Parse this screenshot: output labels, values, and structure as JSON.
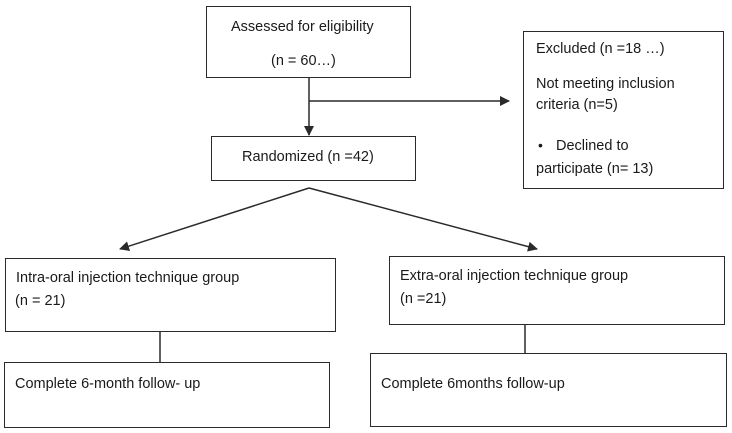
{
  "flowchart": {
    "assessed": {
      "line1": "Assessed for eligibility",
      "line2": "(n = 60…)"
    },
    "excluded": {
      "title": "Excluded (n =18 …)",
      "reason1_line1": "Not meeting inclusion",
      "reason1_line2": "criteria (n=5)",
      "bullet": "•",
      "reason2_line1": "Declined to",
      "reason2_line2": "participate (n= 13)"
    },
    "randomized": {
      "label": "Randomized (n =42)"
    },
    "intra_group": {
      "line1": "Intra-oral injection technique group",
      "line2": " (n = 21)"
    },
    "extra_group": {
      "line1": "Extra-oral injection technique group",
      "line2": "(n =21)"
    },
    "intra_followup": {
      "label": "Complete 6-month follow- up"
    },
    "extra_followup": {
      "label": "Complete 6months follow-up"
    }
  },
  "colors": {
    "line": "#2a2a2a",
    "border": "#2a2a2a",
    "text": "#1a1a1a"
  }
}
